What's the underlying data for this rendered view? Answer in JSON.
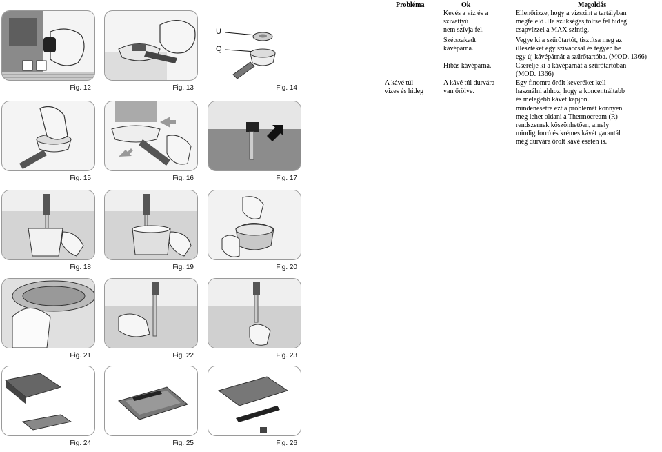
{
  "labels": {
    "u": "U",
    "q": "Q"
  },
  "figures": [
    {
      "id": "fig12",
      "caption": "Fig. 12"
    },
    {
      "id": "fig13",
      "caption": "Fig. 13"
    },
    {
      "id": "fig14",
      "caption": "Fig. 14"
    },
    {
      "id": "fig15",
      "caption": "Fig. 15"
    },
    {
      "id": "fig16",
      "caption": "Fig. 16"
    },
    {
      "id": "fig17",
      "caption": "Fig. 17"
    },
    {
      "id": "fig18",
      "caption": "Fig. 18"
    },
    {
      "id": "fig19",
      "caption": "Fig. 19"
    },
    {
      "id": "fig20",
      "caption": "Fig. 20"
    },
    {
      "id": "fig21",
      "caption": "Fig. 21"
    },
    {
      "id": "fig22",
      "caption": "Fig. 22"
    },
    {
      "id": "fig23",
      "caption": "Fig. 23"
    },
    {
      "id": "fig24",
      "caption": "Fig. 24"
    },
    {
      "id": "fig25",
      "caption": "Fig. 25"
    },
    {
      "id": "fig26",
      "caption": "Fig. 26"
    }
  ],
  "table": {
    "headers": {
      "problem": "Probléma",
      "cause": "Ok",
      "solution": "Megoldás"
    },
    "rows": [
      {
        "problem": "",
        "cause_lines": [
          "Kevés a víz és a",
          "szivattyú",
          "nem szívja fel."
        ],
        "solution_lines": [
          "Ellenőrizze, hogy a vízszint a tartályban",
          "megfelelő .Ha szükséges,töltse fel hideg",
          "csapvízzel a MAX szintig."
        ]
      },
      {
        "problem": "",
        "cause_lines": [
          "Szétszakadt",
          "kávépárna."
        ],
        "solution_lines": [
          "Vegye ki a szűrőtartót, tisztítsa meg az",
          "illesztéket egy szivaccsal és tegyen be",
          "egy új kávépárnát a szűrőtartóba. (MOD. 1366)"
        ]
      },
      {
        "problem": "",
        "cause_lines": [
          "Hibás kávépárna."
        ],
        "solution_lines": [
          "Cserélje ki a kávépárnát a szűrőtartóban",
          "(MOD. 1366)"
        ]
      },
      {
        "problem_lines": [
          "A kávé túl",
          "vizes és hideg"
        ],
        "cause_lines": [
          "A kávé túl durvára",
          "van őrölve."
        ],
        "solution_lines": [
          "Egy finomra őrölt keveréket kell",
          "használni ahhoz, hogy a koncentráltabb",
          "és melegebb kávét kapjon.",
          "mindenesetre ezt a problémát könnyen",
          "meg lehet oldani a Thermocream (R)",
          "rendszernek köszönhetően, amely",
          "mindig forró és krémes kávét garantál",
          "még durvára őrölt kávé esetén is."
        ]
      }
    ]
  }
}
